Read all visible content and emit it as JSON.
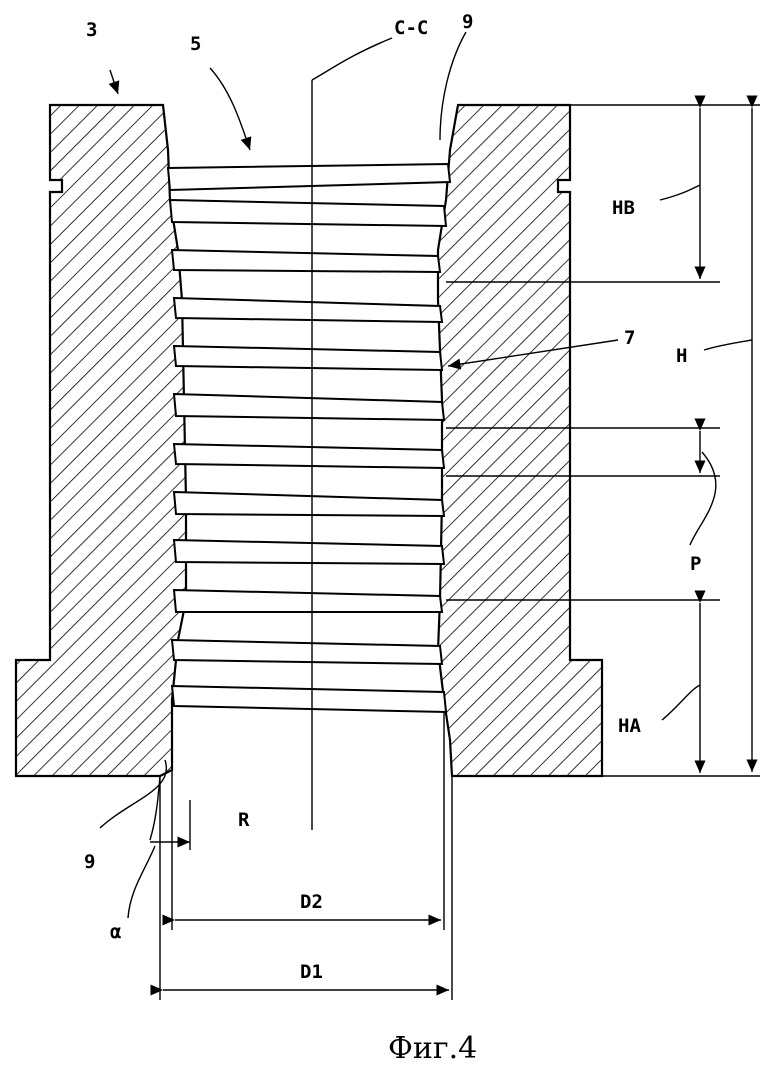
{
  "figure": {
    "caption": "Фиг.4",
    "labels": {
      "part": "3",
      "bore": "5",
      "thread": "7",
      "flank_top": "9",
      "flank_bottom": "9",
      "axis": "C-C",
      "height_total": "H",
      "height_top": "HB",
      "height_bottom": "HA",
      "pitch": "P",
      "radius": "R",
      "angle": "α",
      "diameter_inner": "D2",
      "diameter_outer": "D1"
    }
  }
}
